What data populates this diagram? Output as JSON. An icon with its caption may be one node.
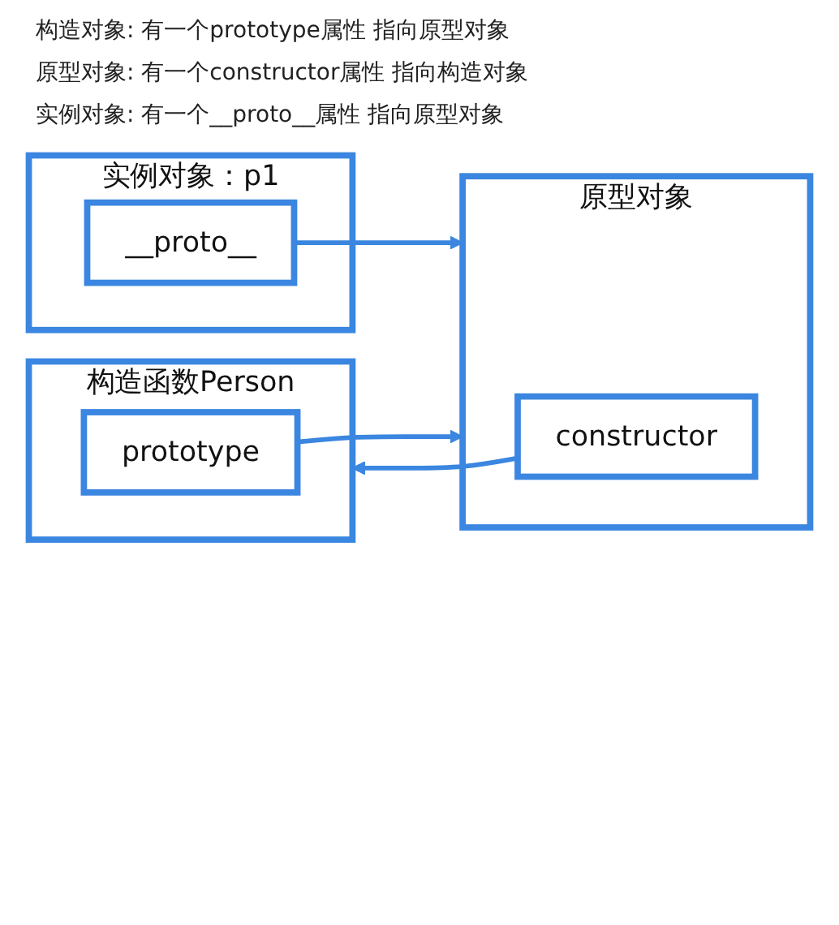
{
  "diagram": {
    "nodes": [
      {
        "text": [
          "构造函数Person"
        ]
      },
      {
        "text": [
          "prototype"
        ],
        "in": 0
      },
      {
        "text": [
          "原型对象"
        ]
      },
      {
        "text": [
          "constructor"
        ],
        "in": 2
      },
      {
        "text": [
          "实例对象：p1"
        ]
      },
      {
        "text": [
          "__proto__"
        ],
        "in": 4
      }
    ],
    "edges": [
      {
        "from": 3,
        "to": 0,
        "arrow": "to"
      },
      {
        "from": 1,
        "to": 2,
        "arrow": "to"
      },
      {
        "from": 5,
        "to": 2,
        "arrow": "to"
      }
    ],
    "labels": [
      "构造对象: 有一个prototype属性 指向原型对象",
      "原型对象: 有一个constructor属性 指向构造对象",
      "实例对象: 有一个__proto__属性 指向原型对象"
    ]
  }
}
